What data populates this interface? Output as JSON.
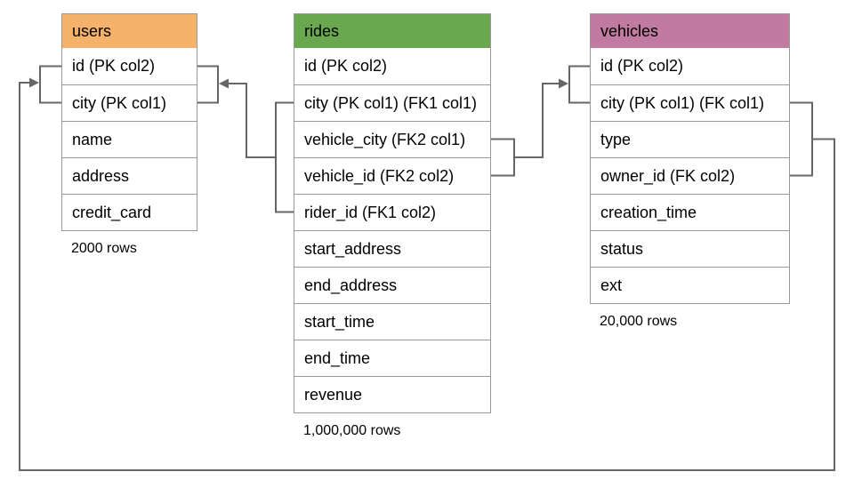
{
  "colors": {
    "users_header": "#F6B26B",
    "rides_header": "#6AA84F",
    "vehicles_header": "#C27BA0",
    "connector_line": "#666666",
    "table_border": "#999999"
  },
  "tables": [
    {
      "name": "users",
      "columns": [
        "id (PK col2)",
        "city (PK col1)",
        "name",
        "address",
        "credit_card"
      ],
      "row_count": "2000 rows"
    },
    {
      "name": "rides",
      "columns": [
        "id (PK col2)",
        "city (PK col1) (FK1 col1)",
        "vehicle_city (FK2 col1)",
        "vehicle_id (FK2 col2)",
        "rider_id (FK1 col2)",
        "start_address",
        "end_address",
        "start_time",
        "end_time",
        "revenue"
      ],
      "row_count": "1,000,000 rows"
    },
    {
      "name": "vehicles",
      "columns": [
        "id (PK col2)",
        "city (PK col1) (FK col1)",
        "type",
        "owner_id (FK col2)",
        "creation_time",
        "status",
        "ext"
      ],
      "row_count": "20,000 rows"
    }
  ],
  "relationships": [
    {
      "name": "rides-to-users",
      "foreign_key": "FK1",
      "from_table": "rides",
      "from_columns": [
        "city (PK col1) (FK1 col1)",
        "rider_id (FK1 col2)"
      ],
      "to_table": "users",
      "to_columns": [
        "id (PK col2)",
        "city (PK col1)"
      ]
    },
    {
      "name": "rides-to-vehicles",
      "foreign_key": "FK2",
      "from_table": "rides",
      "from_columns": [
        "vehicle_city (FK2 col1)",
        "vehicle_id (FK2 col2)"
      ],
      "to_table": "vehicles",
      "to_columns": [
        "id (PK col2)",
        "city (PK col1) (FK col1)"
      ]
    },
    {
      "name": "vehicles-to-users",
      "foreign_key": "FK",
      "from_table": "vehicles",
      "from_columns": [
        "city (PK col1) (FK col1)",
        "owner_id (FK col2)"
      ],
      "to_table": "users",
      "to_columns": [
        "id (PK col2)",
        "city (PK col1)"
      ]
    }
  ]
}
